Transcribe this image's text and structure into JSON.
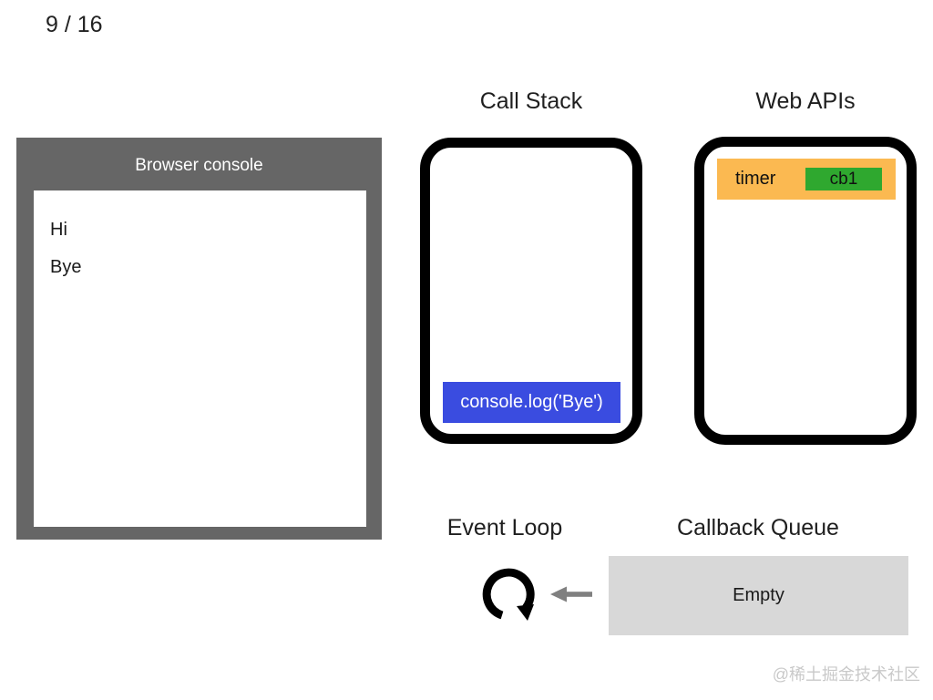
{
  "slide": {
    "counter": "9 / 16"
  },
  "console": {
    "title": "Browser console",
    "lines": [
      "Hi",
      "Bye"
    ]
  },
  "call_stack": {
    "title": "Call Stack",
    "frames": [
      "console.log('Bye')"
    ]
  },
  "web_apis": {
    "title": "Web APIs",
    "items": [
      {
        "label": "timer",
        "callback": "cb1"
      }
    ]
  },
  "event_loop": {
    "title": "Event Loop",
    "loop_icon": "clockwise-loop-arrow",
    "arrow_icon": "left-arrow"
  },
  "callback_queue": {
    "title": "Callback Queue",
    "status": "Empty"
  },
  "watermark": "@稀土掘金技术社区",
  "colors": {
    "console_gray": "#666666",
    "frame_blue": "#3a4ce0",
    "timer_orange": "#fbb951",
    "callback_green": "#2fa82f",
    "queue_gray": "#d8d8d8",
    "arrow_gray": "#808080",
    "watermark_gray": "#c9c9c9"
  }
}
